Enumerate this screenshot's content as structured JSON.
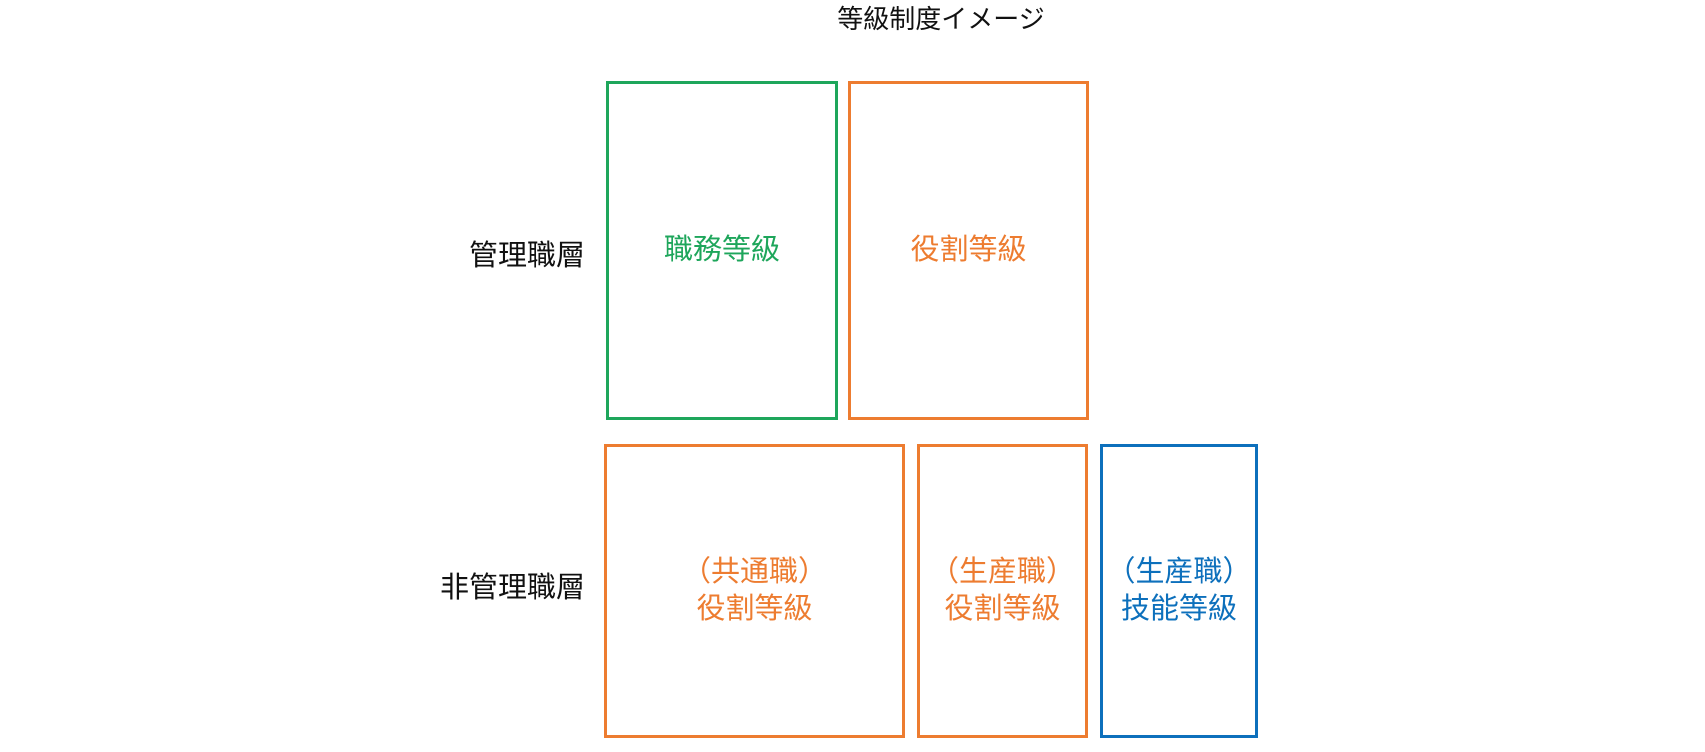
{
  "title": "等級制度イメージ",
  "colors": {
    "green": "#1EA65B",
    "orange": "#ED7C30",
    "blue": "#0D70BC",
    "text": "#111111",
    "background": "#FFFFFF"
  },
  "rows": {
    "management": {
      "label": "管理職層"
    },
    "non_management": {
      "label": "非管理職層"
    }
  },
  "boxes": {
    "job_grade": {
      "label": "職務等級",
      "color_name": "green"
    },
    "role_grade": {
      "label": "役割等級",
      "color_name": "orange"
    },
    "common_role_grade": {
      "line1": "（共通職）",
      "line2": "役割等級",
      "color_name": "orange"
    },
    "production_role_grade": {
      "line1": "（生産職）",
      "line2": "役割等級",
      "color_name": "orange"
    },
    "production_skill_grade": {
      "line1": "（生産職）",
      "line2": "技能等級",
      "color_name": "blue"
    }
  }
}
